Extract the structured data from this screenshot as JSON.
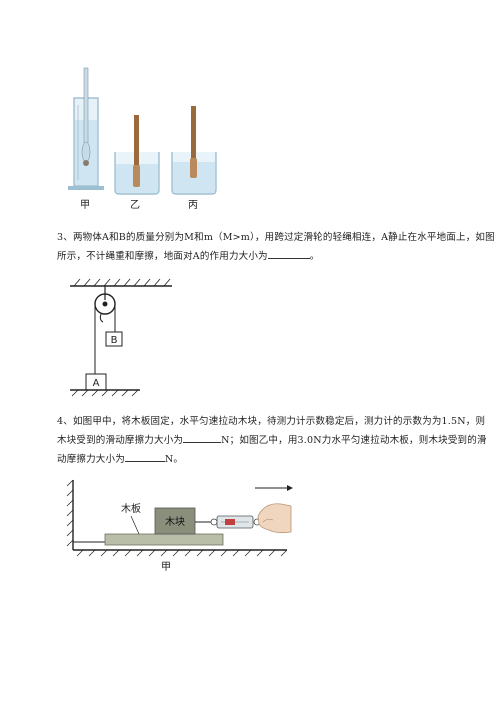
{
  "figure_top": {
    "labels": [
      "甲",
      "乙",
      "丙"
    ]
  },
  "q3": {
    "line1": "3、两物体A和B的质量分别为M和m（M>m），用跨过定滑轮的轻绳相连，A静止在水平地面上，如图",
    "line2_pre": "所示，不计绳重和摩擦，地面对A的作用力大小为",
    "line2_post": "。",
    "diagram": {
      "box_a": "A",
      "box_b": "B"
    }
  },
  "q4": {
    "line1": "4、如图甲中，将木板固定，水平匀速拉动木块，待测力计示数稳定后，测力计的示数为为1.5N，则",
    "line2_pre": "木块受到的滑动摩擦力大小为",
    "line2_mid": "N；如图乙中，用3.0N力水平匀速拉动木板，则木块受到的滑",
    "line3_pre": "动摩擦力大小为",
    "line3_post": "N。",
    "diagram": {
      "board_label": "木板",
      "block_label": "木块",
      "caption": "甲"
    }
  }
}
